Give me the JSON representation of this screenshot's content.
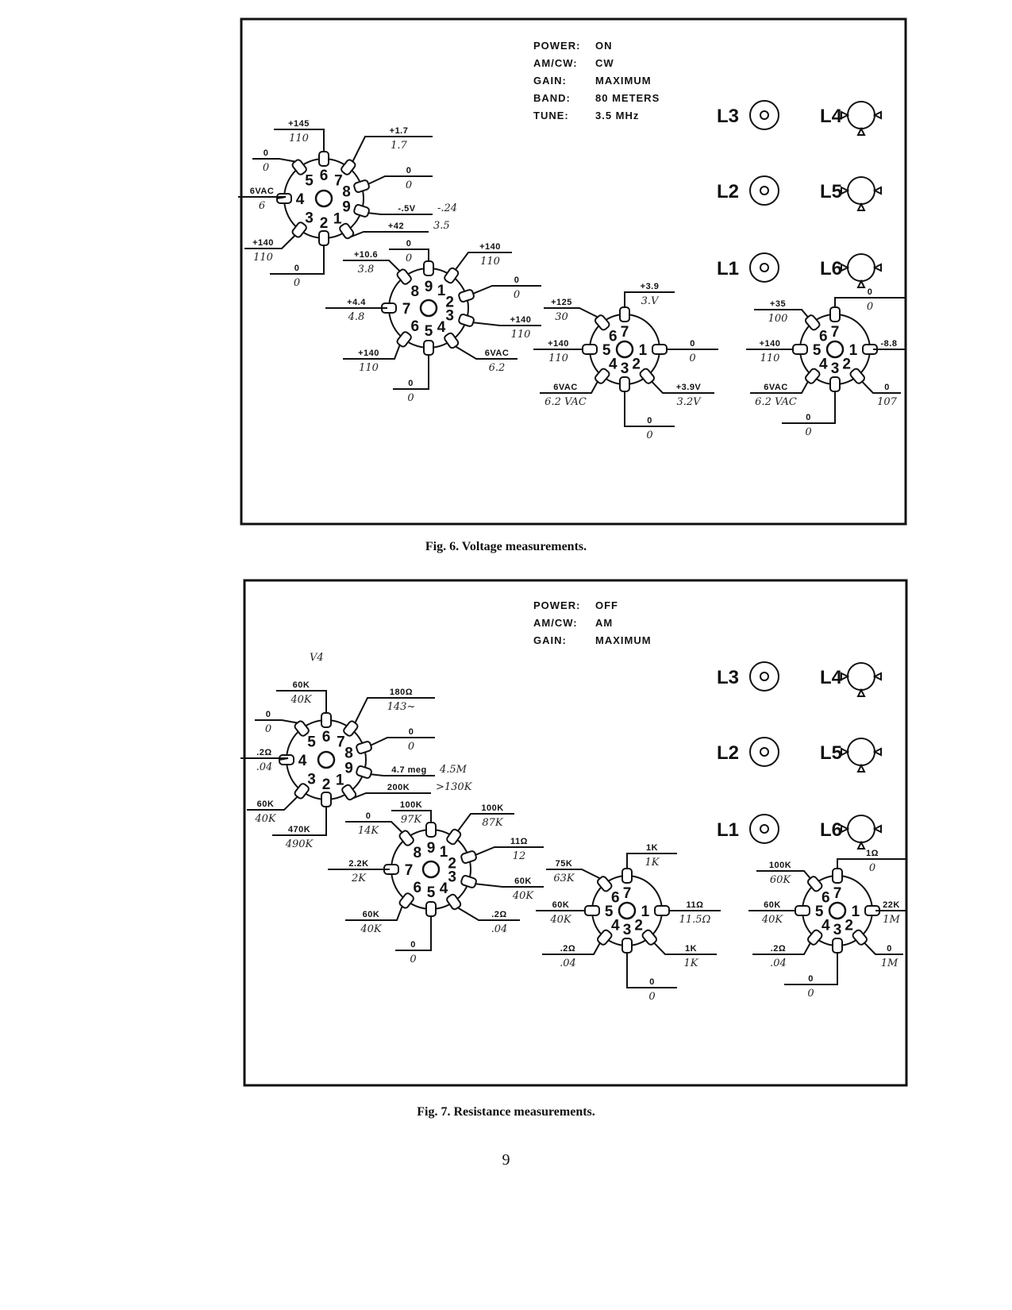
{
  "figures": [
    {
      "caption": "Fig. 6. Voltage measurements.",
      "settings": [
        {
          "key": "POWER:",
          "value": "ON"
        },
        {
          "key": "AM/CW:",
          "value": "CW"
        },
        {
          "key": "GAIN:",
          "value": "MAXIMUM"
        },
        {
          "key": "BAND:",
          "value": "80 METERS"
        },
        {
          "key": "TUNE:",
          "value": "3.5 MHz"
        }
      ],
      "annotation": "",
      "coils": [
        "L3",
        "L4",
        "L2",
        "L5",
        "L1",
        "L6"
      ],
      "sockets": [
        {
          "pins": {
            "6": [
              "+145",
              "110"
            ],
            "7": [
              "+1.7",
              "1.7"
            ],
            "5": [
              "0",
              "0"
            ],
            "8": [
              "0",
              "0"
            ],
            "4": [
              "6VAC",
              "6"
            ],
            "9": [
              "-.5V",
              "-.24"
            ],
            "1": [
              "+42",
              "3.5"
            ],
            "3": [
              "+140",
              "110"
            ],
            "2": [
              "0",
              "0"
            ]
          }
        },
        {
          "pins": {
            "9": [
              "0",
              "0"
            ],
            "1": [
              "+140",
              "110"
            ],
            "8": [
              "+10.6",
              "3.8"
            ],
            "2": [
              "0",
              "0"
            ],
            "7": [
              "+4.4",
              "4.8"
            ],
            "3": [
              "+140",
              "110"
            ],
            "6": [
              "+140",
              "110"
            ],
            "4": [
              "6VAC",
              "6.2"
            ],
            "5": [
              "0",
              "0"
            ]
          }
        },
        {
          "pins": {
            "7": [
              "+3.9",
              "3.V"
            ],
            "6": [
              "+125",
              "30"
            ],
            "5": [
              "+140",
              "110"
            ],
            "1": [
              "0",
              "0"
            ],
            "4": [
              "6VAC",
              "6.2 VAC"
            ],
            "2": [
              "+3.9V",
              "3.2V"
            ],
            "3": [
              "0",
              "0"
            ]
          }
        },
        {
          "pins": {
            "7": [
              "0",
              "0"
            ],
            "6": [
              "+35",
              "100"
            ],
            "5": [
              "+140",
              "110"
            ],
            "1": [
              "-8.8",
              ""
            ],
            "4": [
              "6VAC",
              "6.2 VAC"
            ],
            "2": [
              "0",
              "107"
            ],
            "3": [
              "0",
              "0"
            ]
          }
        }
      ]
    },
    {
      "caption": "Fig. 7. Resistance measurements.",
      "settings": [
        {
          "key": "POWER:",
          "value": "OFF"
        },
        {
          "key": "AM/CW:",
          "value": "AM"
        },
        {
          "key": "GAIN:",
          "value": "MAXIMUM"
        }
      ],
      "annotation": "V4",
      "coils": [
        "L3",
        "L4",
        "L2",
        "L5",
        "L1",
        "L6"
      ],
      "sockets": [
        {
          "pins": {
            "6": [
              "60K",
              "40K"
            ],
            "7": [
              "180Ω",
              "143~"
            ],
            "5": [
              "0",
              "0"
            ],
            "8": [
              "0",
              "0"
            ],
            "4": [
              ".2Ω",
              ".04"
            ],
            "9": [
              "4.7 meg",
              "4.5M"
            ],
            "1": [
              "200K",
              ">130K"
            ],
            "3": [
              "60K",
              "40K"
            ],
            "2": [
              "470K",
              "490K"
            ]
          }
        },
        {
          "pins": {
            "9": [
              "100K",
              "97K"
            ],
            "1": [
              "100K",
              "87K"
            ],
            "8": [
              "0",
              "14K"
            ],
            "2": [
              "11Ω",
              "12"
            ],
            "7": [
              "2.2K",
              "2K"
            ],
            "3": [
              "60K",
              "40K"
            ],
            "6": [
              "60K",
              "40K"
            ],
            "4": [
              ".2Ω",
              ".04"
            ],
            "5": [
              "0",
              "0"
            ]
          }
        },
        {
          "pins": {
            "7": [
              "1K",
              "1K"
            ],
            "6": [
              "75K",
              "63K"
            ],
            "5": [
              "60K",
              "40K"
            ],
            "1": [
              "11Ω",
              "11.5Ω"
            ],
            "4": [
              ".2Ω",
              ".04"
            ],
            "2": [
              "1K",
              "1K"
            ],
            "3": [
              "0",
              "0"
            ]
          }
        },
        {
          "pins": {
            "7": [
              "1Ω",
              "0"
            ],
            "6": [
              "100K",
              "60K"
            ],
            "5": [
              "60K",
              "40K"
            ],
            "1": [
              "22K",
              "1M"
            ],
            "4": [
              ".2Ω",
              ".04"
            ],
            "2": [
              "0",
              "1M"
            ],
            "3": [
              "0",
              "0"
            ]
          }
        }
      ]
    }
  ],
  "page_number": "9"
}
